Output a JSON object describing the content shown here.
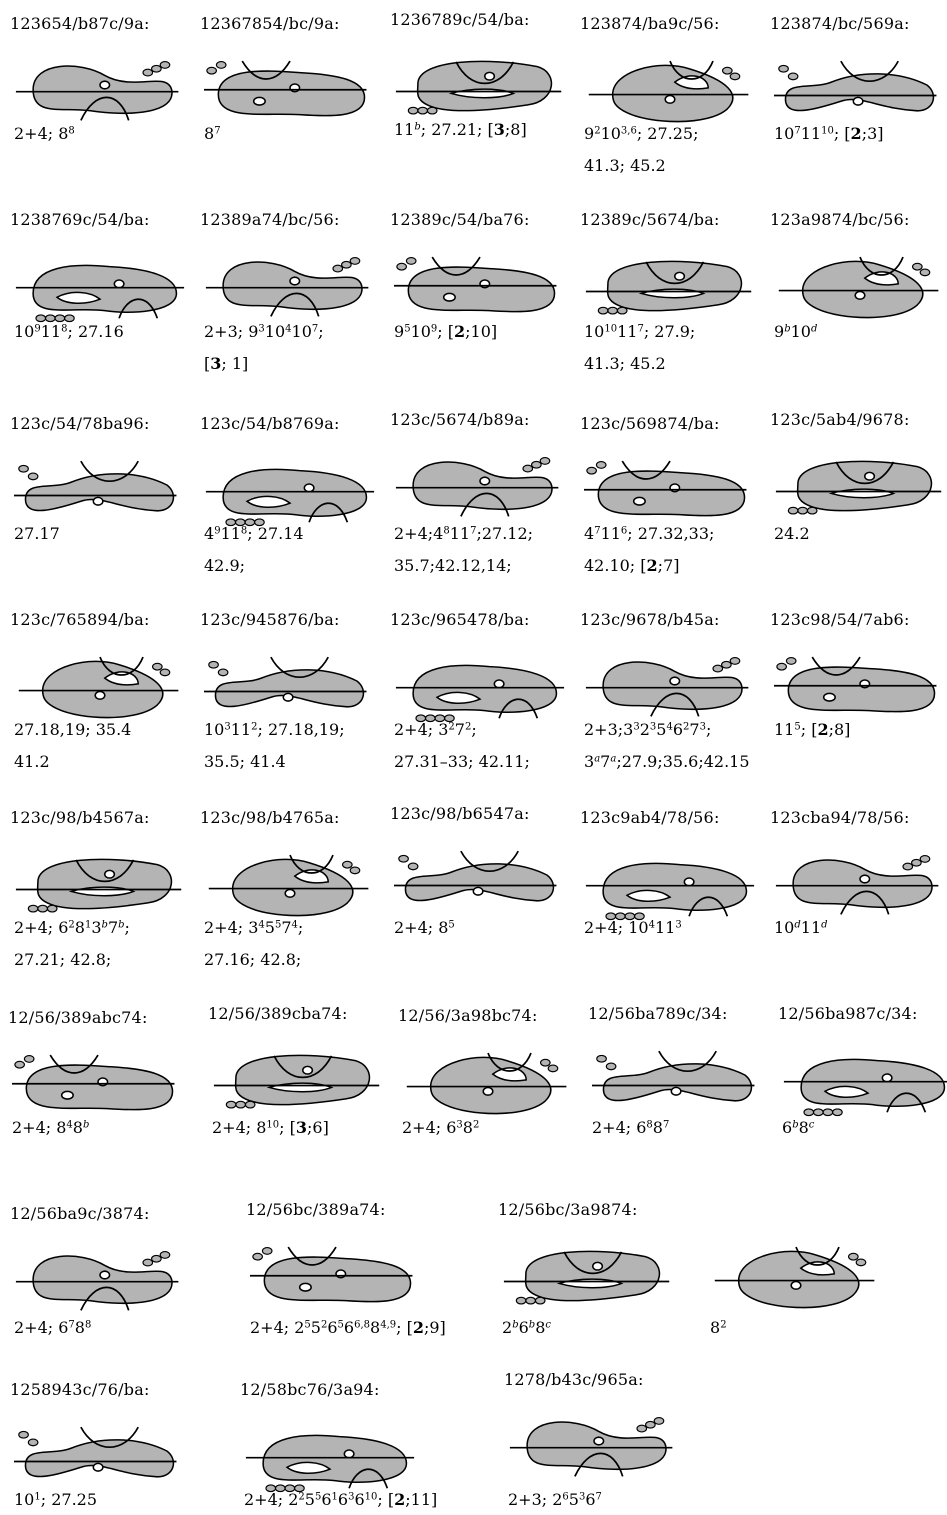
{
  "entries": [
    {
      "header": "123654/b87c/9a:",
      "line1": "2+4; 8<sup>8</sup>",
      "line2": ""
    },
    {
      "header": "12367854/bc/9a:",
      "line1": "8<sup>7</sup>",
      "line2": ""
    },
    {
      "header": "1236789c/54/ba:",
      "line1": "11<sup><i>b</i></sup>; 27.21; [<b>3</b>;8]",
      "line2": ""
    },
    {
      "header": "123874/ba9c/56:",
      "line1": "9<sup>2</sup>10<sup>3,6</sup>; 27.25;",
      "line2": "41.3; 45.2"
    },
    {
      "header": "123874/bc/569a:",
      "line1": "10<sup>7</sup>11<sup>10</sup>; [<b>2</b>;3]",
      "line2": ""
    },
    {
      "header": "1238769c/54/ba:",
      "line1": "10<sup>9</sup>11<sup>8</sup>; 27.16",
      "line2": ""
    },
    {
      "header": "12389a74/bc/56:",
      "line1": "2+3; 9<sup>3</sup>10<sup>4</sup>10<sup>7</sup>;",
      "line2": "[<b>3</b>; 1]"
    },
    {
      "header": "12389c/54/ba76:",
      "line1": "9<sup>5</sup>10<sup>9</sup>; [<b>2</b>;10]",
      "line2": ""
    },
    {
      "header": "12389c/5674/ba:",
      "line1": "10<sup>10</sup>11<sup>7</sup>; 27.9;",
      "line2": "41.3; 45.2"
    },
    {
      "header": "123a9874/bc/56:",
      "line1": "9<sup><i>b</i></sup>10<sup><i>d</i></sup>",
      "line2": ""
    },
    {
      "header": "123c/54/78ba96:",
      "line1": "27.17",
      "line2": ""
    },
    {
      "header": "123c/54/b8769a:",
      "line1": "4<sup>9</sup>11<sup>8</sup>; 27.14",
      "line2": "42.9;"
    },
    {
      "header": "123c/5674/b89a:",
      "line1": "2+4;4<sup>8</sup>11<sup>7</sup>;27.12;",
      "line2": "35.7;42.12,14;"
    },
    {
      "header": "123c/569874/ba:",
      "line1": "4<sup>7</sup>11<sup>6</sup>; 27.32,33;",
      "line2": "42.10; [<b>2</b>;7]"
    },
    {
      "header": "123c/5ab4/9678:",
      "line1": "24.2",
      "line2": ""
    },
    {
      "header": "123c/765894/ba:",
      "line1": "27.18,19; 35.4",
      "line2": "41.2"
    },
    {
      "header": "123c/945876/ba:",
      "line1": "10<sup>3</sup>11<sup>2</sup>; 27.18,19;",
      "line2": "35.5; 41.4"
    },
    {
      "header": "123c/965478/ba:",
      "line1": "2+4; 3<sup>2</sup>7<sup>2</sup>;",
      "line2": "27.31–33; 42.11;"
    },
    {
      "header": "123c/9678/b45a:",
      "line1": "2+3;3<sup>3</sup>2<sup>3</sup>5<sup>4</sup>6<sup>2</sup>7<sup>3</sup>;",
      "line2": "3<sup><i>a</i></sup>7<sup><i>a</i></sup>;27.9;35.6;42.15"
    },
    {
      "header": "123c98/54/7ab6:",
      "line1": "11<sup>5</sup>; [<b>2</b>;8]",
      "line2": ""
    },
    {
      "header": "123c/98/b4567a:",
      "line1": "2+4; 6<sup>2</sup>8<sup>1</sup>3<sup><i>b</i></sup>7<sup><i>b</i></sup>;",
      "line2": "27.21; 42.8;"
    },
    {
      "header": "123c/98/b4765a:",
      "line1": "2+4; 3<sup>4</sup>5<sup>5</sup>7<sup>4</sup>;",
      "line2": "27.16; 42.8;"
    },
    {
      "header": "123c/98/b6547a:",
      "line1": "2+4; 8<sup>5</sup>",
      "line2": ""
    },
    {
      "header": "123c9ab4/78/56:",
      "line1": "2+4; 10<sup>4</sup>11<sup>3</sup>",
      "line2": ""
    },
    {
      "header": "123cba94/78/56:",
      "line1": "10<sup><i>d</i></sup>11<sup><i>d</i></sup>",
      "line2": ""
    },
    {
      "header": "12/56/389abc74:",
      "line1": "2+4; 8<sup>4</sup>8<sup><i>b</i></sup>",
      "line2": ""
    },
    {
      "header": "12/56/389cba74:",
      "line1": "2+4; 8<sup>10</sup>; [<b>3</b>;6]",
      "line2": ""
    },
    {
      "header": "12/56/3a98bc74:",
      "line1": "2+4; 6<sup>3</sup>8<sup>2</sup>",
      "line2": ""
    },
    {
      "header": "12/56ba789c/34:",
      "line1": "2+4; 6<sup>8</sup>8<sup>7</sup>",
      "line2": ""
    },
    {
      "header": "12/56ba987c/34:",
      "line1": "6<sup><i>b</i></sup>8<sup><i>c</i></sup>",
      "line2": ""
    },
    {
      "header": "12/56ba9c/3874:",
      "line1": "2+4; 6<sup>7</sup>8<sup>8</sup>",
      "line2": ""
    },
    {
      "header": "12/56bc/389a74:",
      "line1": "2+4; 2<sup>5</sup>5<sup>2</sup>6<sup>5</sup>6<sup>6,8</sup>8<sup>4,9</sup>; [<b>2</b>;9]",
      "line2": ""
    },
    {
      "header": "12/56bc/3a9874:",
      "line1": "2<sup><i>b</i></sup>6<sup><i>b</i></sup>8<sup><i>c</i></sup>",
      "line2": ""
    },
    {
      "header": "",
      "line1": "8<sup>2</sup>",
      "line2": ""
    },
    {
      "header": "1258943c/76/ba:",
      "line1": "10<sup>1</sup>; 27.25",
      "line2": ""
    },
    {
      "header": "12/58bc76/3a94:",
      "line1": "2+4; 2<sup>2</sup>5<sup>5</sup>6<sup>1</sup>6<sup>3</sup>6<sup>10</sup>; [<b>2</b>;11]",
      "line2": ""
    },
    {
      "header": "1278/b43c/965a:",
      "line1": "2+3; 2<sup>6</sup>5<sup>3</sup>6<sup>7</sup>",
      "line2": ""
    }
  ]
}
